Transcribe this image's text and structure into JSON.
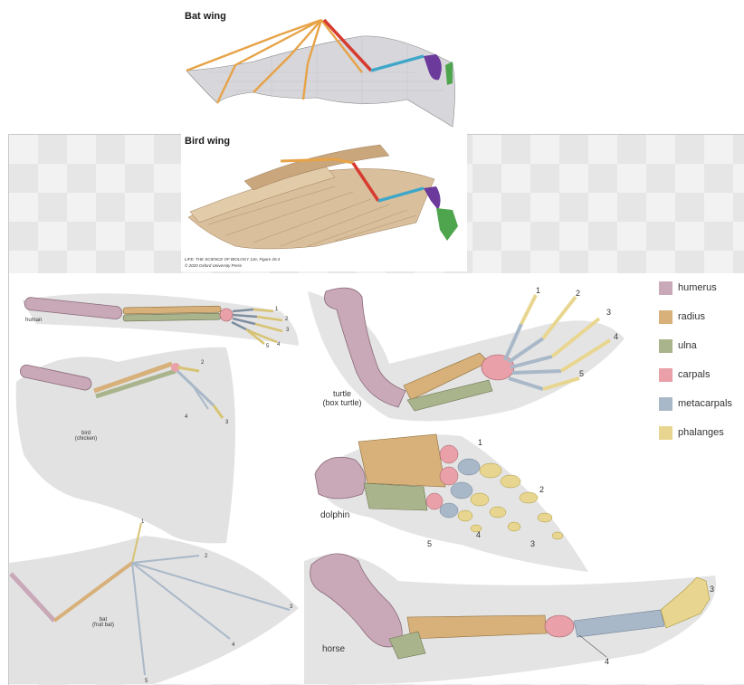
{
  "colors": {
    "humerus": "#c9a9b8",
    "radius": "#d7b07a",
    "ulna": "#a9b48c",
    "carpals": "#e9a0a8",
    "metacarpals": "#a9b8c8",
    "phalanges": "#e8d690",
    "membrane": "#dcdcdc",
    "bat_wing_bone": "#e7a347",
    "humerus_inset": "#6b3a9b",
    "radius_inset": "#3ea7c9",
    "ulna_inset": "#d73b2f",
    "carpal_inset": "#4ea54d"
  },
  "inset": {
    "bat_title": "Bat wing",
    "bird_title": "Bird wing",
    "credit_line1": "LIFE: THE SCIENCE OF BIOLOGY 12e, Figure 20.4",
    "credit_line2": "© 2020 Oxford University Press"
  },
  "legend": [
    {
      "label": "humerus",
      "color_key": "humerus"
    },
    {
      "label": "radius",
      "color_key": "radius"
    },
    {
      "label": "ulna",
      "color_key": "ulna"
    },
    {
      "label": "carpals",
      "color_key": "carpals"
    },
    {
      "label": "metacarpals",
      "color_key": "metacarpals"
    },
    {
      "label": "phalanges",
      "color_key": "phalanges"
    }
  ],
  "animals": {
    "human": "human",
    "bird_line1": "bird",
    "bird_line2": "(chicken)",
    "bat_line1": "bat",
    "bat_line2": "(fruit bat)",
    "turtle_line1": "turtle",
    "turtle_line2": "(box turtle)",
    "dolphin": "dolphin",
    "horse": "horse"
  },
  "digits": {
    "human": [
      "1",
      "2",
      "3",
      "4",
      "5"
    ],
    "bird": [
      "2",
      "3",
      "4"
    ],
    "bat": [
      "1",
      "2",
      "3",
      "4",
      "5"
    ],
    "turtle": [
      "1",
      "2",
      "3",
      "4",
      "5"
    ],
    "dolphin": [
      "1",
      "2",
      "3",
      "4",
      "5"
    ],
    "horse": [
      "3",
      "4"
    ]
  }
}
